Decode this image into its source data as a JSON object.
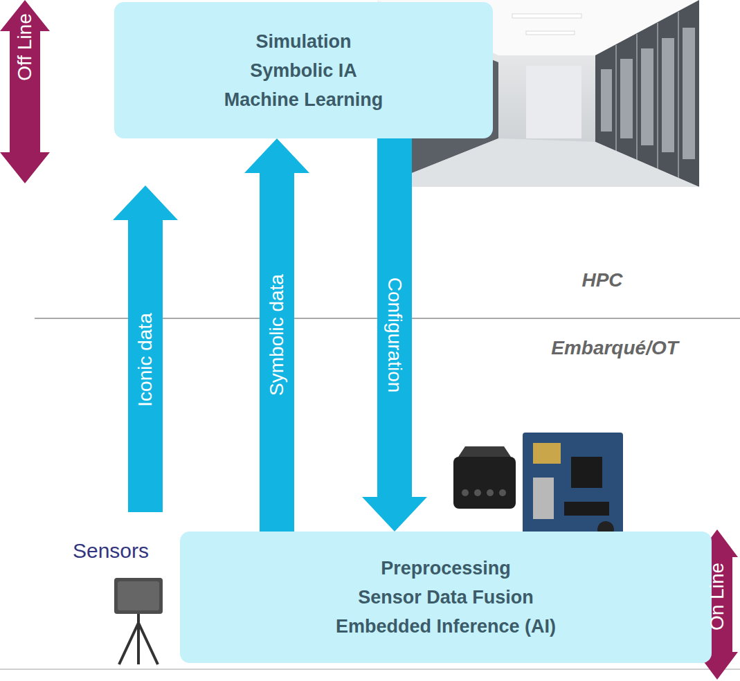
{
  "diagram": {
    "nodes": [
      {
        "text": [
          "Simulation",
          "Symbolic IA",
          "Machine Learning"
        ]
      },
      {
        "text": [
          "Preprocessing",
          "Sensor Data Fusion",
          "Embedded Inference (AI)"
        ]
      }
    ],
    "edges": [
      {
        "from": 1,
        "to": 0,
        "label": "Symbolic data",
        "arrow": "to"
      },
      {
        "from": 0,
        "to": 1,
        "label": "Configuration",
        "arrow": "to"
      }
    ],
    "labels": [
      "Off Line",
      "Iconic data",
      "HPC",
      "Embarqué/OT",
      "Sensors",
      "On Line"
    ]
  }
}
